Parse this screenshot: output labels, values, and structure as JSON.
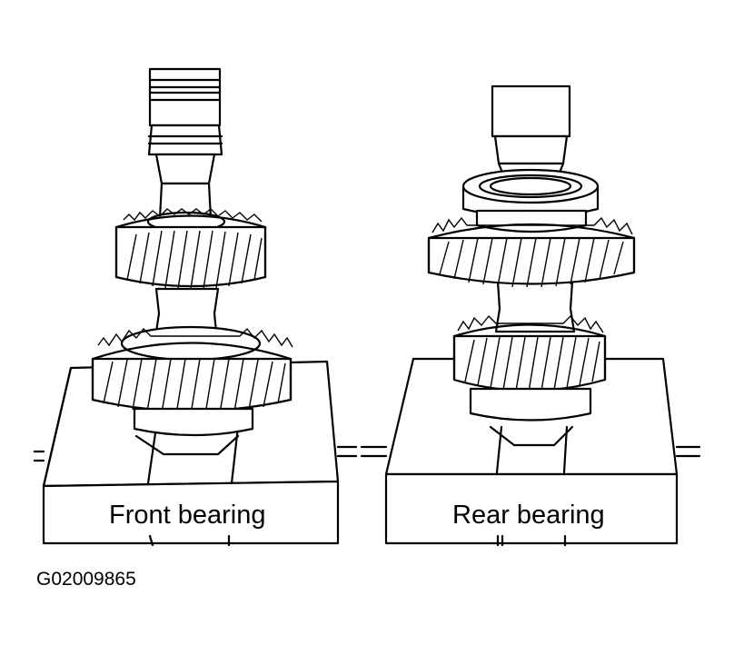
{
  "labels": {
    "front": "Front bearing",
    "rear": "Rear bearing"
  },
  "figure_code": "G02009865"
}
